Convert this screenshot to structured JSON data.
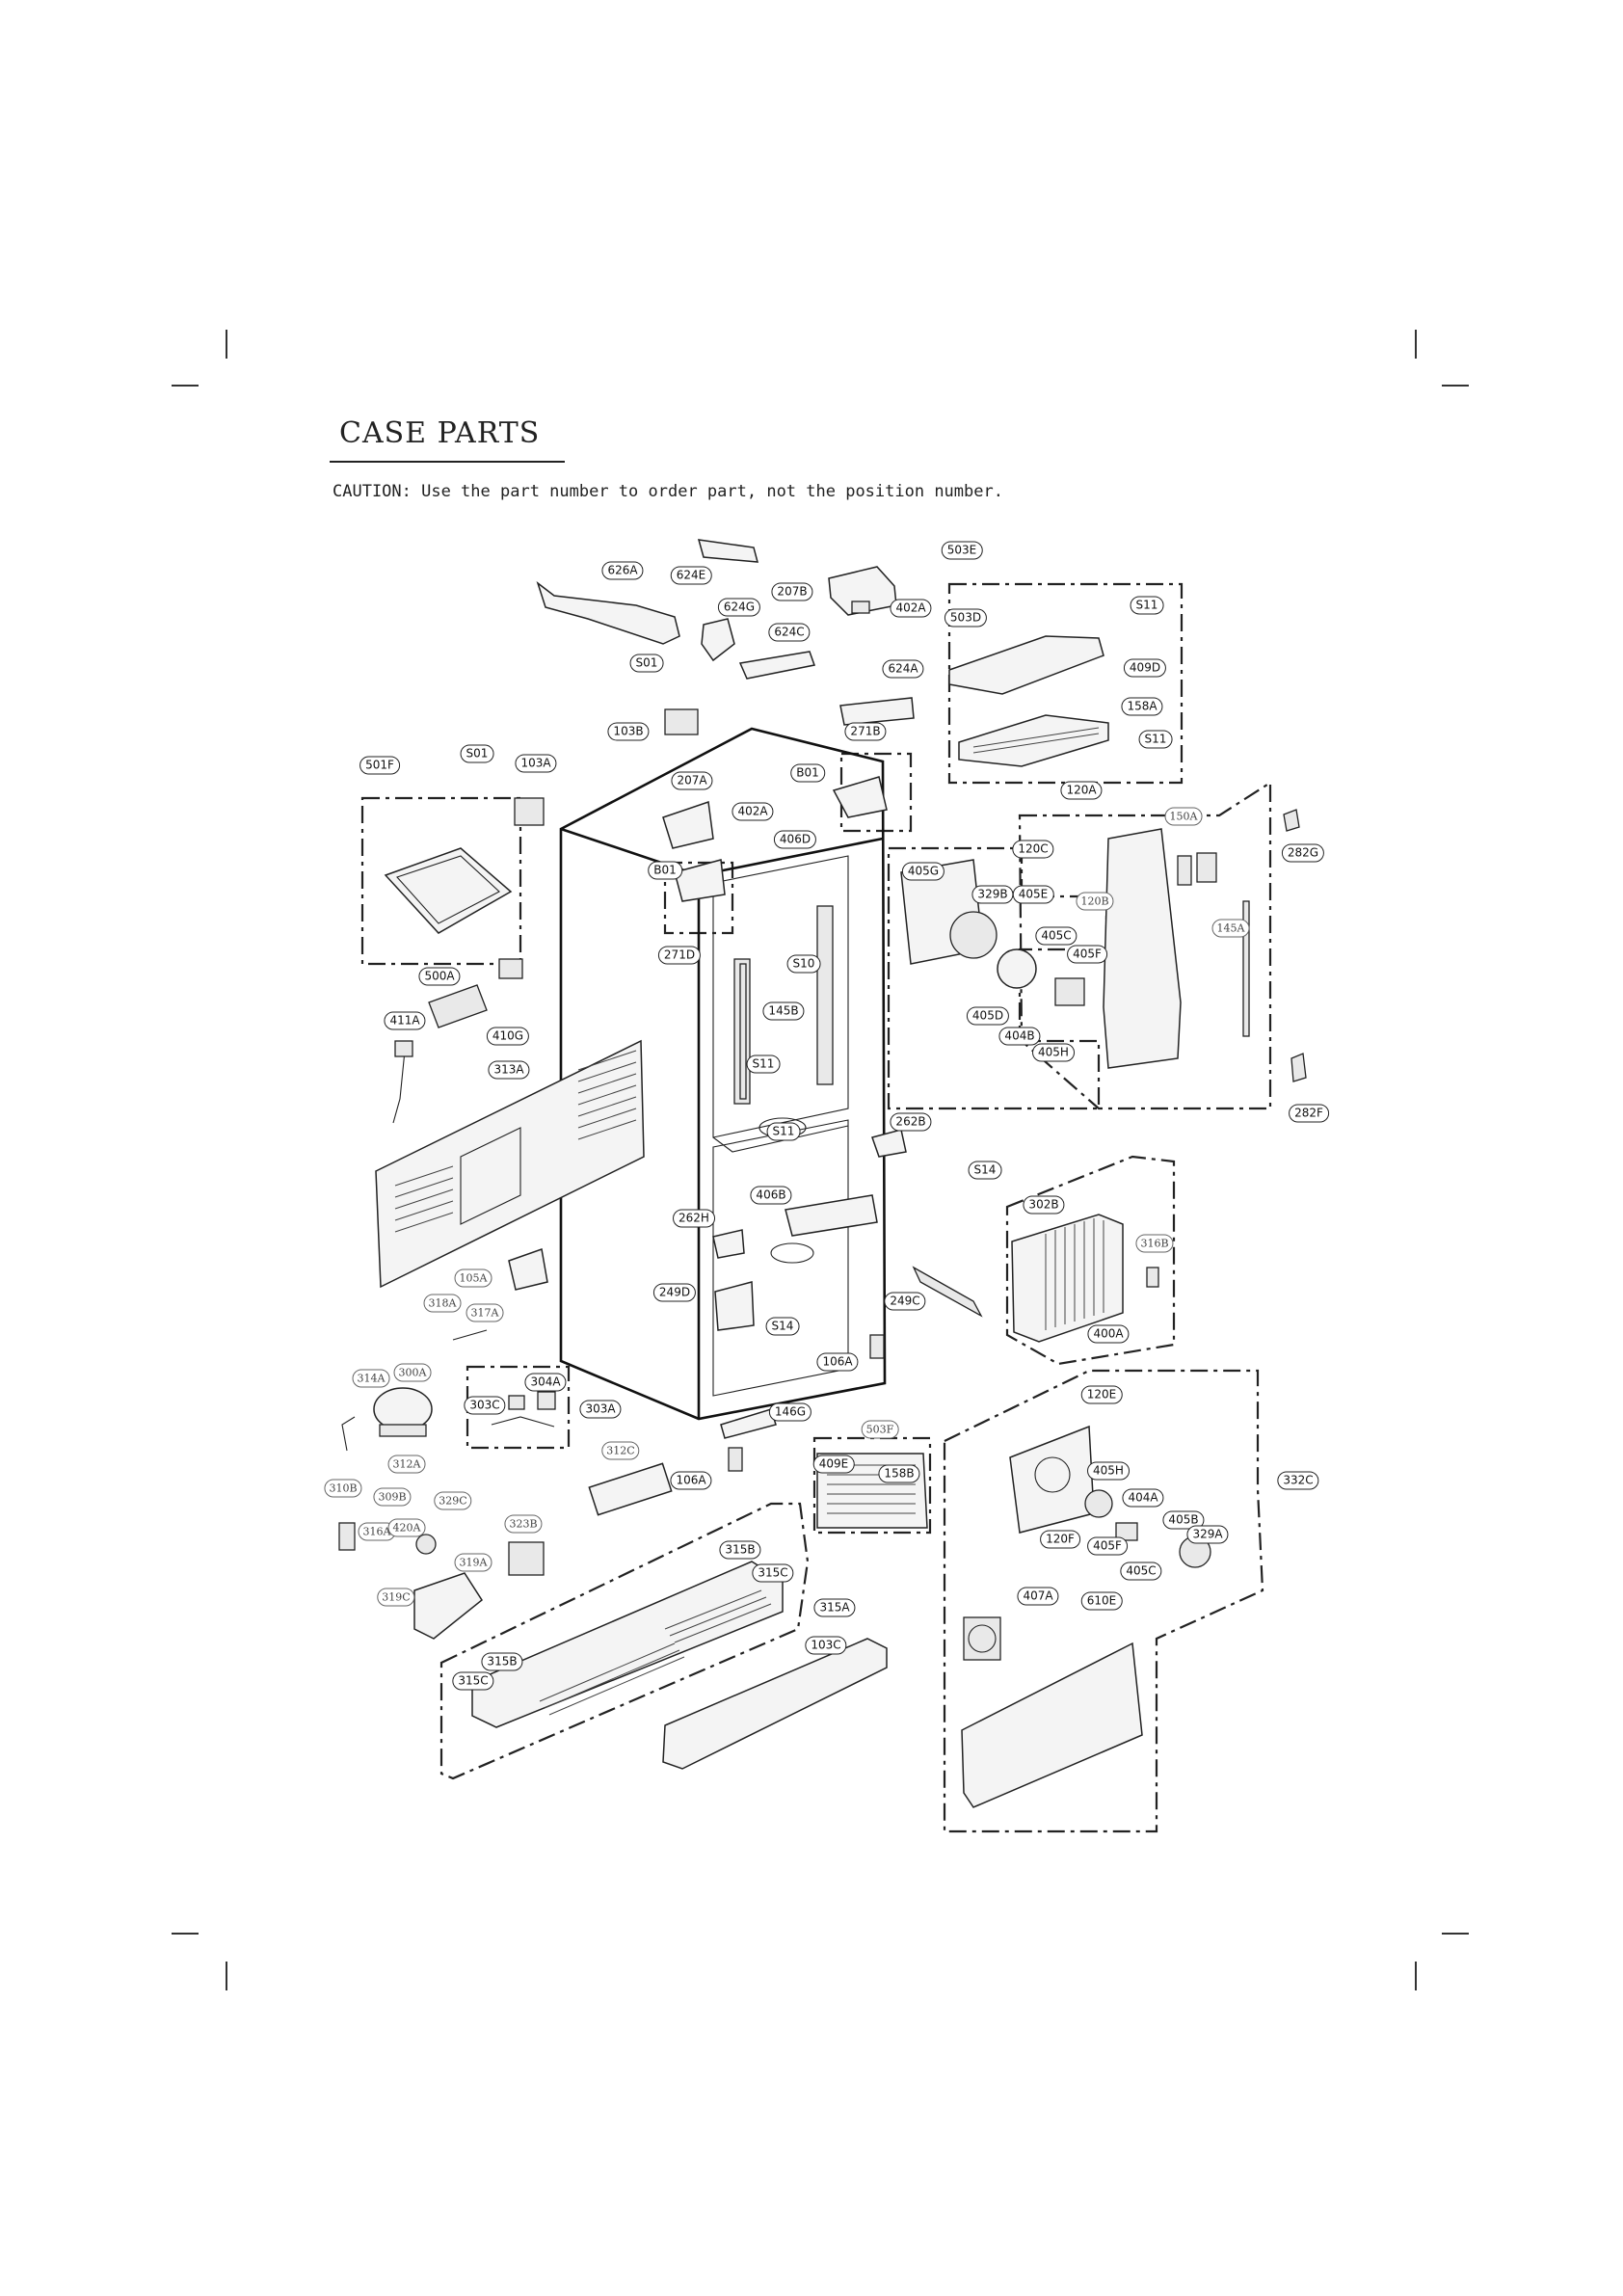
{
  "page": {
    "title": "CASE PARTS",
    "caution": "CAUTION: Use the part number to order part, not the position number."
  },
  "labels": {
    "p503E": "503E",
    "p626A": "626A",
    "p624E": "624E",
    "p207B": "207B",
    "p402A": "402A",
    "p624G": "624G",
    "pS11": "S11",
    "p503D": "503D",
    "p624C": "624C",
    "pS01": "S01",
    "p624A": "624A",
    "p409D": "409D",
    "p158A": "158A",
    "p103B": "103B",
    "p271B": "271B",
    "pS11b": "S11",
    "p501F": "501F",
    "pS01b": "S01",
    "p103A": "103A",
    "pB01": "B01",
    "p207A": "207A",
    "p120A": "120A",
    "p402Ab": "402A",
    "p406D": "406D",
    "p150A": "150A",
    "p282G": "282G",
    "p120C": "120C",
    "pB01b": "B01",
    "p405G": "405G",
    "p329B": "329B",
    "p405E": "405E",
    "p120B": "120B",
    "p145A": "145A",
    "p271D": "271D",
    "p405C": "405C",
    "pS10": "S10",
    "p405F": "405F",
    "p500A": "500A",
    "p145B": "145B",
    "p405D": "405D",
    "p411A": "411A",
    "p410G": "410G",
    "p404B": "404B",
    "p405H": "405H",
    "pS11c": "S11",
    "p313A": "313A",
    "p282F": "282F",
    "pS11d": "S11",
    "p262B": "262B",
    "pS14": "S14",
    "p406B": "406B",
    "p302B": "302B",
    "p262H": "262H",
    "p316B": "316B",
    "p105A": "105A",
    "p249D": "249D",
    "p249C": "249C",
    "p318A": "318A",
    "p317A": "317A",
    "pS14b": "S14",
    "p400A": "400A",
    "p106A": "106A",
    "p314A": "314A",
    "p300A": "300A",
    "p304A": "304A",
    "p303C": "303C",
    "p303A": "303A",
    "p120E": "120E",
    "p146G": "146G",
    "p503F": "503F",
    "p312C": "312C",
    "p312A": "312A",
    "p409E": "409E",
    "p106Ab": "106A",
    "p158B": "158B",
    "p405Hb": "405H",
    "p332C": "332C",
    "p310B": "310B",
    "p309B": "309B",
    "p329C": "329C",
    "p404A": "404A",
    "p323B": "323B",
    "p405B": "405B",
    "p316A": "316A",
    "p420A": "420A",
    "p329A": "329A",
    "p120F": "120F",
    "p405Fb": "405F",
    "p315B": "315B",
    "p319A": "319A",
    "p315C": "315C",
    "p405Cb": "405C",
    "p319C": "319C",
    "p407A": "407A",
    "p610E": "610E",
    "p315A": "315A",
    "p103C": "103C",
    "p315Bb": "315B",
    "p315Cb": "315C"
  },
  "colors": {
    "ink": "#222222",
    "paper": "#ffffff",
    "shade": "#f4f4f4"
  }
}
